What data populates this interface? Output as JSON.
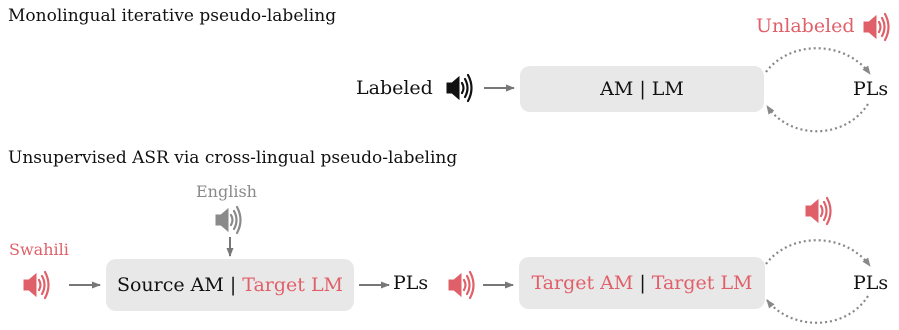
{
  "top": {
    "title": "Monolingual iterative pseudo-labeling",
    "labeled_label": "Labeled",
    "am_lm_box": "AM | LM",
    "unlabeled_label": "Unlabeled",
    "pls_label": "PLs"
  },
  "bottom": {
    "title": "Unsupervised ASR via cross-lingual pseudo-labeling",
    "english_label": "English",
    "swahili_label": "Swahili",
    "source_box": {
      "part1": "Source AM",
      "sep": "|",
      "part2": "Target LM"
    },
    "pls_mid_label": "PLs",
    "target_box": {
      "part1": "Target AM",
      "sep": "|",
      "part2": "Target LM"
    },
    "pls_right_label": "PLs"
  },
  "colors": {
    "red": "#e0606a",
    "gray": "#8a8a8a",
    "box": "#e8e8e8",
    "black": "#111111"
  },
  "icons": [
    "speaker-icon"
  ]
}
